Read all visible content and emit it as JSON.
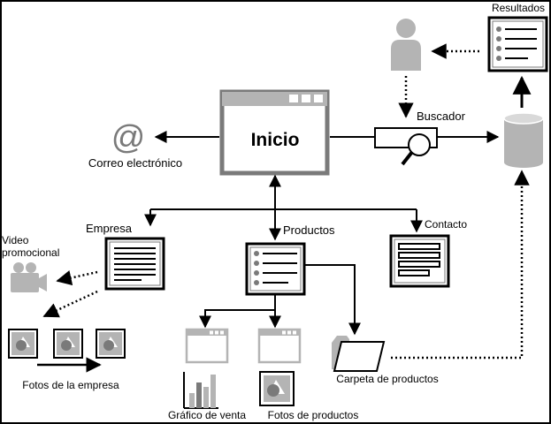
{
  "nodes": {
    "inicio": "Inicio",
    "correo": "Correo electrónico",
    "buscador": "Buscador",
    "resultados": "Resultados",
    "empresa": "Empresa",
    "productos": "Productos",
    "contacto": "Contacto",
    "video": "Video",
    "video2": "promocional",
    "fotos_empresa": "Fotos de la empresa",
    "grafico": "Gráfico de venta",
    "fotos_productos": "Fotos de productos",
    "carpeta": "Carpeta de productos",
    "at_symbol": "@"
  },
  "colors": {
    "border": "#000000",
    "gray_fill": "#b4b4b4",
    "light_gray": "#d9d9d9",
    "dark_gray": "#7a7a7a"
  },
  "icons": [
    "at-icon",
    "user-icon",
    "search-icon",
    "database-icon",
    "video-camera-icon",
    "photo-icon",
    "bar-chart-icon",
    "folder-icon",
    "window-icon",
    "document-icon",
    "list-icon",
    "form-icon"
  ]
}
